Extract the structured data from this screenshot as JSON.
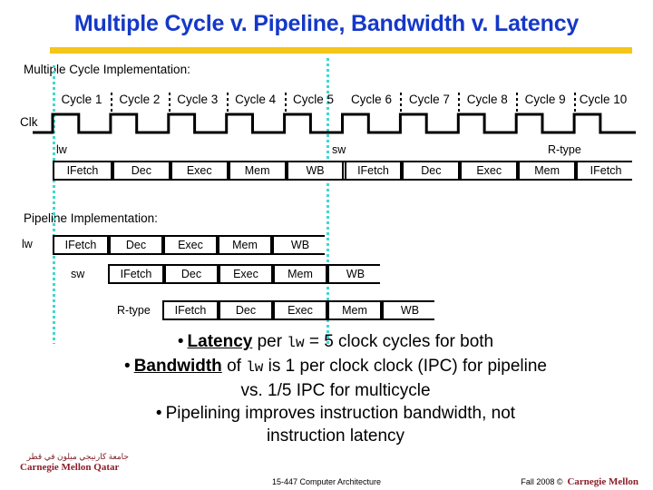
{
  "slide": {
    "title": "Multiple Cycle v. Pipeline, Bandwidth v. Latency",
    "title_color": "#1438C8",
    "rule_color": "#F5C518",
    "guide_color": "#3FD8D2"
  },
  "sections": {
    "multicycle_caption": "Multiple Cycle Implementation:",
    "pipeline_caption": "Pipeline Implementation:"
  },
  "timing": {
    "clk_label": "Clk",
    "cycles": [
      "Cycle 1",
      "Cycle 2",
      "Cycle 3",
      "Cycle 4",
      "Cycle 5",
      "Cycle 6",
      "Cycle 7",
      "Cycle 8",
      "Cycle 9",
      "Cycle 10"
    ]
  },
  "multicycle": {
    "instr_labels": [
      "lw",
      "sw",
      "R-type"
    ],
    "stages": [
      "IFetch",
      "Dec",
      "Exec",
      "Mem",
      "WB",
      "IFetch",
      "Dec",
      "Exec",
      "Mem",
      "IFetch"
    ]
  },
  "pipeline": {
    "rows": [
      {
        "label": "lw",
        "stages": [
          "IFetch",
          "Dec",
          "Exec",
          "Mem",
          "WB"
        ]
      },
      {
        "label": "sw",
        "stages": [
          "IFetch",
          "Dec",
          "Exec",
          "Mem",
          "WB"
        ]
      },
      {
        "label": "R-type",
        "stages": [
          "IFetch",
          "Dec",
          "Exec",
          "Mem",
          "WB"
        ]
      }
    ]
  },
  "bullets": [
    {
      "bullet": "•",
      "lead": "Latency",
      "text_a": " per ",
      "mono": "lw",
      "text_b": " = 5 clock cycles for both"
    },
    {
      "bullet": "•",
      "lead": "Bandwidth",
      "text_a": " of ",
      "mono": "lw",
      "text_b": " is 1 per clock clock (IPC) for pipeline"
    }
  ],
  "bullet_cont": "vs. 1/5 IPC for multicycle",
  "bullet_last": {
    "bullet": "•",
    "line1": "Pipelining improves instruction bandwidth, not",
    "line2": "instruction latency"
  },
  "footer": {
    "logo_arabic": "جامعة كارنيجي ميلون في قطر",
    "logo_english": "Carnegie Mellon Qatar",
    "center": "15-447  Computer Architecture",
    "right": "Fall 2008 ©",
    "right_brand": "Carnegie Mellon"
  }
}
